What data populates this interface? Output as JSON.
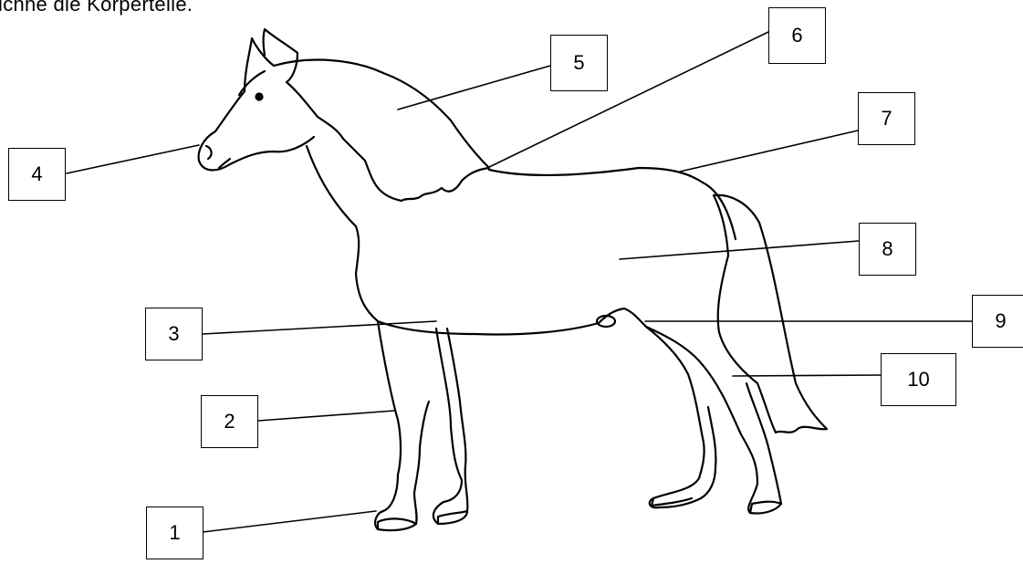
{
  "instruction": "ichne die Körperteile.",
  "labels": [
    {
      "number": "1"
    },
    {
      "number": "2"
    },
    {
      "number": "3"
    },
    {
      "number": "4"
    },
    {
      "number": "5"
    },
    {
      "number": "6"
    },
    {
      "number": "7"
    },
    {
      "number": "8"
    },
    {
      "number": "9"
    },
    {
      "number": "10"
    }
  ]
}
